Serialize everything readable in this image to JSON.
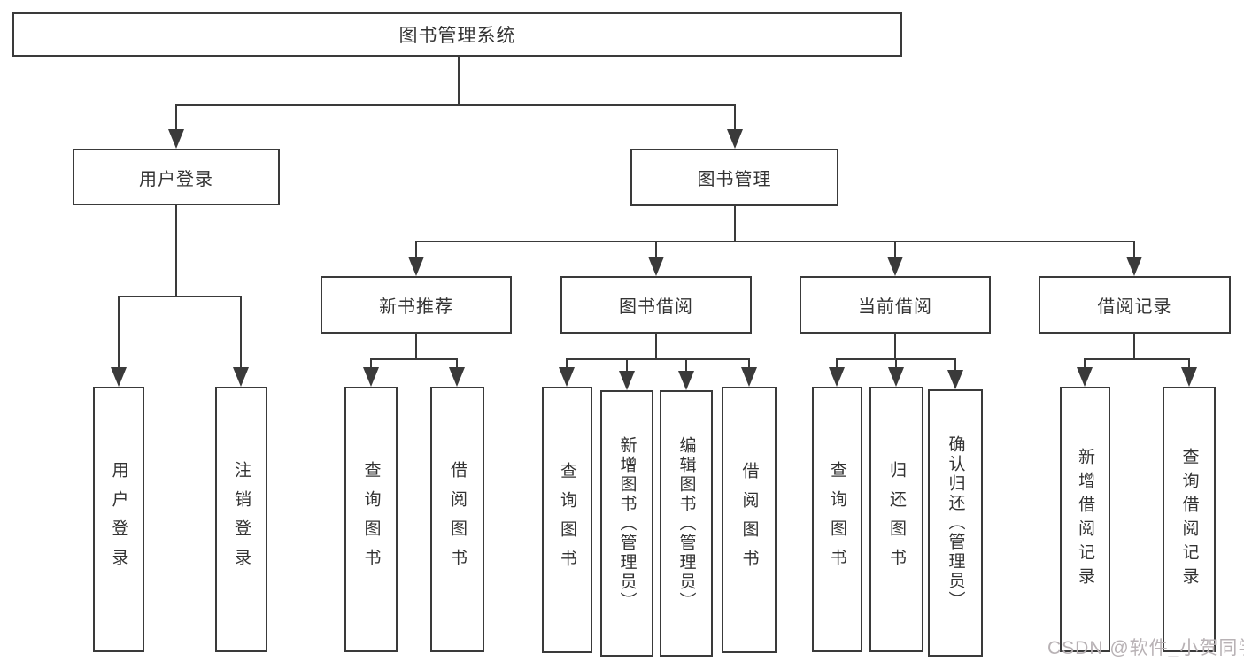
{
  "tree": {
    "label": "图书管理系统",
    "children": [
      {
        "label": "用户登录",
        "children": [
          {
            "label": "用户登录"
          },
          {
            "label": "注销登录"
          }
        ]
      },
      {
        "label": "图书管理",
        "children": [
          {
            "label": "新书推荐",
            "children": [
              {
                "label": "查询图书"
              },
              {
                "label": "借阅图书"
              }
            ]
          },
          {
            "label": "图书借阅",
            "children": [
              {
                "label": "查询图书"
              },
              {
                "label": "新增图书（管理员）"
              },
              {
                "label": "编辑图书（管理员）"
              },
              {
                "label": "借阅图书"
              }
            ]
          },
          {
            "label": "当前借阅",
            "children": [
              {
                "label": "查询图书"
              },
              {
                "label": "归还图书"
              },
              {
                "label": "确认归还（管理员）"
              }
            ]
          },
          {
            "label": "借阅记录",
            "children": [
              {
                "label": "新增借阅记录"
              },
              {
                "label": "查询借阅记录"
              }
            ]
          }
        ]
      }
    ]
  },
  "watermark": "CSDN @软件_小贺同学",
  "colors": {
    "line": "#3a3a3a",
    "text": "#333333",
    "watermark": "#b8b2b5",
    "bg": "#ffffff"
  }
}
